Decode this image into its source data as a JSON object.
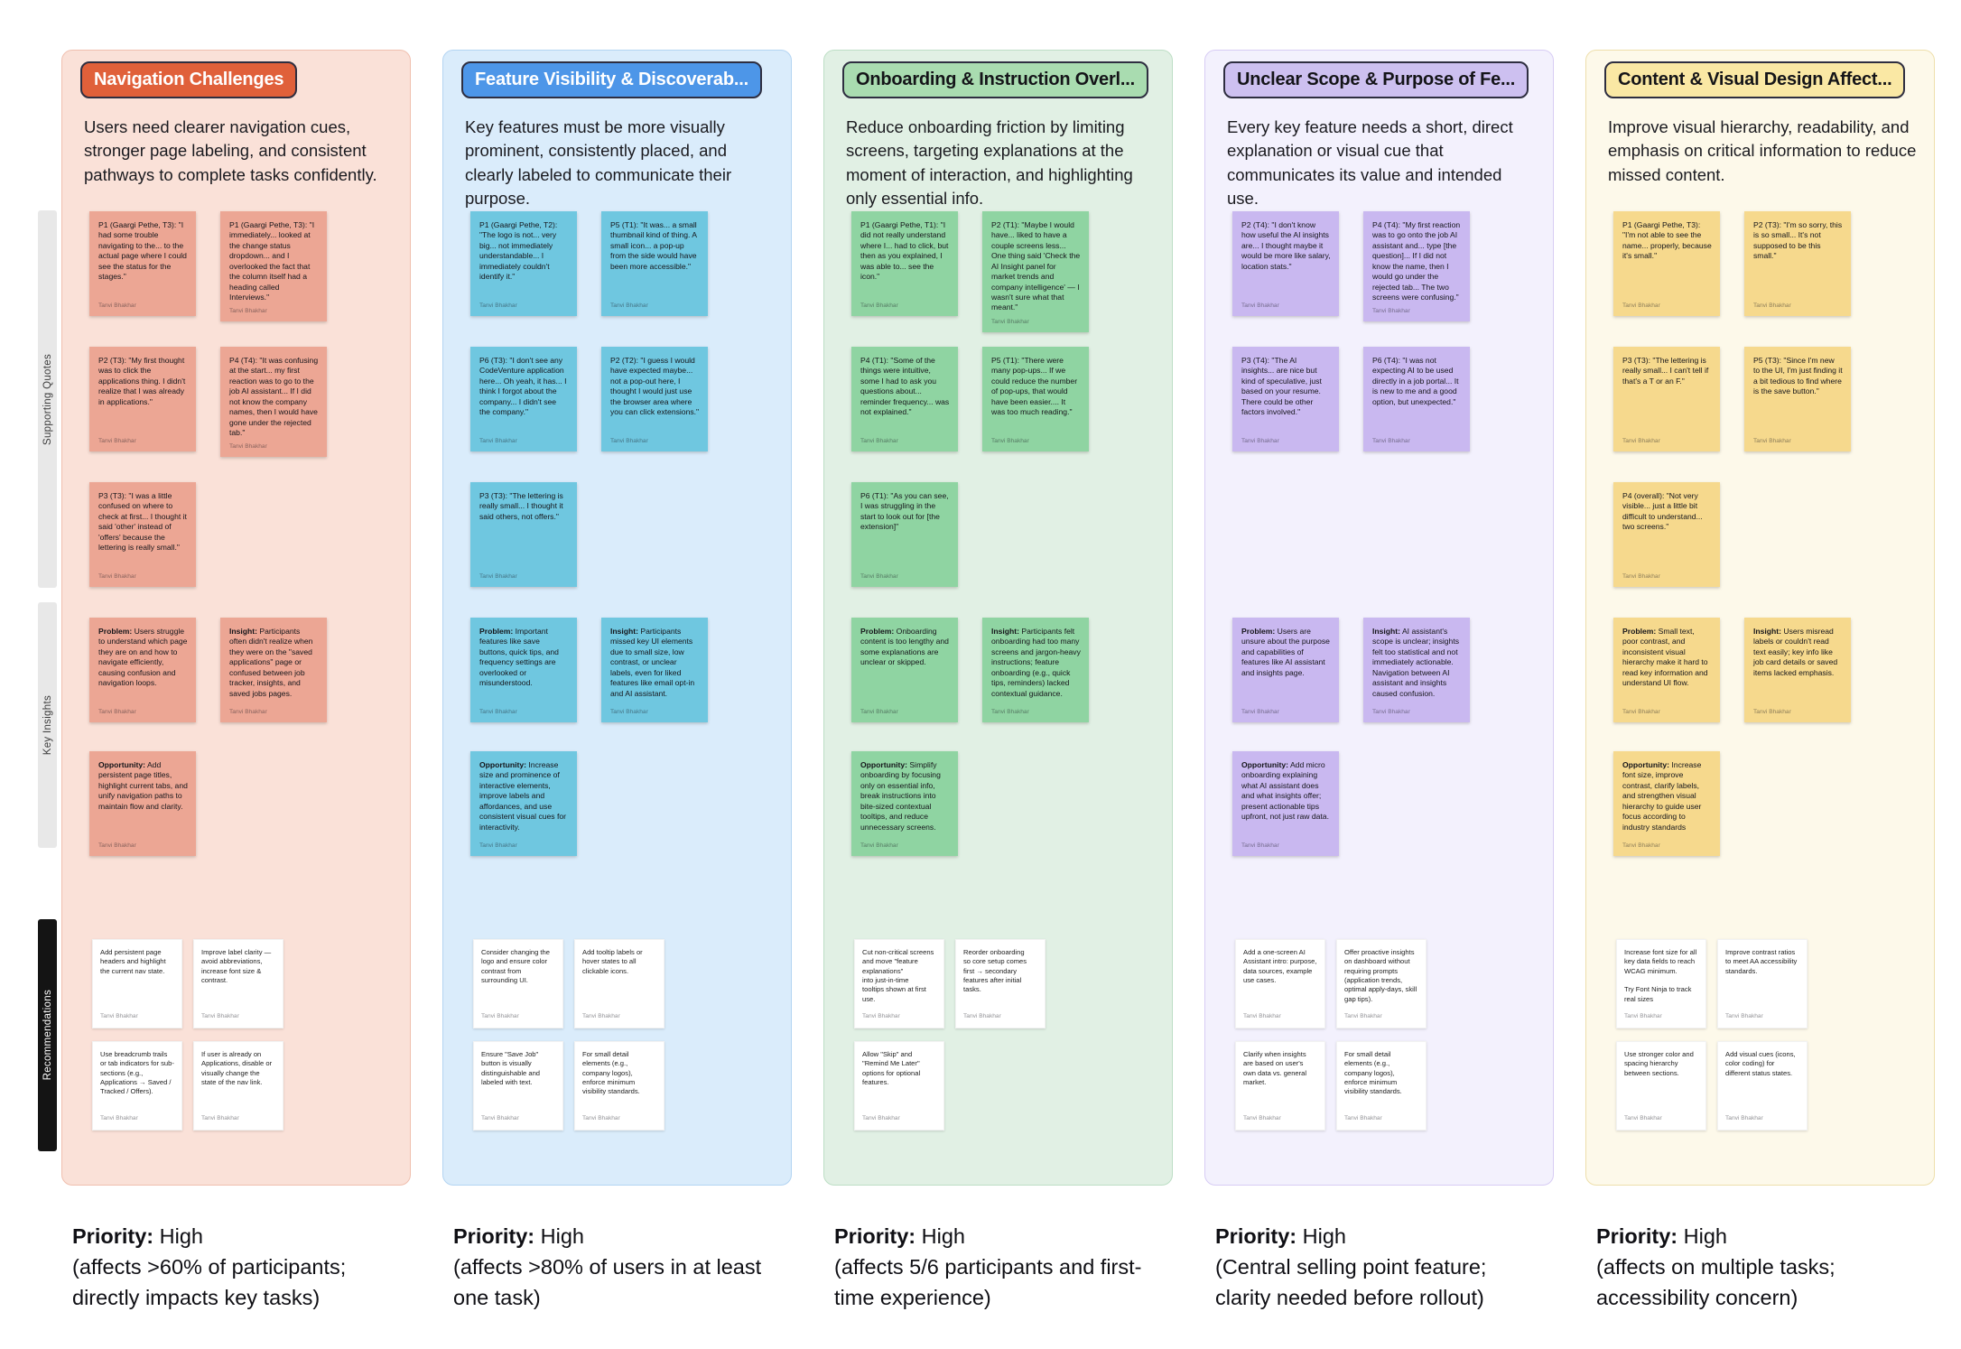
{
  "board": {
    "author": "Tanvi Bhakhar",
    "rail": {
      "supporting_quotes": "Supporting Quotes",
      "key_insights": "Key Insights",
      "recommendations": "Recommendations"
    },
    "labels": {
      "problem": "Problem:",
      "insight": "Insight:",
      "opportunity": "Opportunity:"
    },
    "colors": {
      "theme1_accent": "#e0603a",
      "theme1_sticky": "#eca694",
      "theme2_accent": "#4d96e8",
      "theme2_sticky": "#6fc7e0",
      "theme3_accent": "#a9dcb0",
      "theme3_sticky": "#8fd4a2",
      "theme4_accent": "#cdc0f0",
      "theme4_sticky": "#c9b8f0",
      "theme5_accent": "#fae8a4",
      "theme5_sticky": "#f6d98d"
    },
    "columns": [
      {
        "title": "Navigation Challenges",
        "description": "Users need clearer navigation cues, stronger page labeling, and consistent pathways to complete tasks confidently.",
        "quotes": [
          "P1 (Gaargi Pethe, T3): \"I had some trouble navigating to the... to the actual page where I could see the status for the stages.\"",
          "P1 (Gaargi Pethe, T3): \"I immediately... looked at the change status dropdown... and I overlooked the fact that the column itself had a heading called Interviews.\"",
          "P2 (T3): \"My first thought was to click the applications thing. I didn't realize that I was already in applications.\"",
          "P4 (T4): \"It was confusing at the start... my first reaction was to go to the job AI assistant... If I did not know the company names, then I would have gone under the rejected tab.\"",
          "P3 (T3): \"I was a little confused on where to check at first... I thought it said 'other' instead of 'offers' because the lettering is really small.\""
        ],
        "problem": "Users struggle to understand which page they are on and how to navigate efficiently, causing confusion and navigation loops.",
        "insight": "Participants often didn't realize when they were on the \"saved applications\" page or confused between job tracker, insights, and saved jobs pages.",
        "opportunity": "Add persistent page titles, highlight current tabs, and unify navigation paths to maintain flow and clarity.",
        "recommendations": [
          "Add persistent page headers and highlight the current nav state.",
          "Improve label clarity — avoid abbreviations, increase font size & contrast.",
          "Use breadcrumb trails or tab indicators for sub-sections (e.g., Applications → Saved / Tracked / Offers).",
          "If user is already on Applications, disable or visually change the state of the nav link."
        ],
        "priority": {
          "label": "Priority:",
          "value": "High",
          "note": "(affects >60% of participants; directly impacts key tasks)"
        }
      },
      {
        "title": "Feature Visibility & Discoverab...",
        "description": "Key features must be more visually prominent, consistently placed, and clearly labeled to communicate their purpose.",
        "quotes": [
          "P1 (Gaargi Pethe, T2): \"The logo is not... very big... not immediately understandable... I immediately couldn't identify it.\"",
          "P5 (T1): \"It was... a small thumbnail kind of thing. A small icon... a pop-up from the side would have been more accessible.\"",
          "P6 (T3): \"I don't see any CodeVenture application here... Oh yeah, it has... I think I forgot about the company... I didn't see the company.\"",
          "P2 (T2): \"I guess I would have expected maybe... not a pop-out here, I thought I would just use the browser area where you can click extensions.\"",
          "P3 (T3): \"The lettering is really small... I thought it said others, not offers.\""
        ],
        "problem": "Important features like save buttons, quick tips, and frequency settings are overlooked or misunderstood.",
        "insight": "Participants missed key UI elements due to small size, low contrast, or unclear labels, even for liked features like email opt-in and AI assistant.",
        "opportunity": "Increase size and prominence of interactive elements, improve labels and affordances, and use consistent visual cues for interactivity.",
        "recommendations": [
          "Consider changing the logo and ensure color contrast from surrounding UI.",
          "Add tooltip labels or hover states to all clickable icons.",
          "Ensure \"Save Job\" button is visually distinguishable and labeled with text.",
          "For small detail elements (e.g., company logos), enforce minimum visibility standards."
        ],
        "priority": {
          "label": "Priority:",
          "value": "High",
          "note": "(affects >80% of users in at least one task)"
        }
      },
      {
        "title": "Onboarding & Instruction Overl...",
        "description": "Reduce onboarding friction by limiting screens, targeting explanations at the moment of interaction, and highlighting only essential info.",
        "quotes": [
          "P1 (Gaargi Pethe, T1): \"I did not really understand where I... had to click, but then as you explained, I was able to... see the icon.\"",
          "P2 (T1): \"Maybe I would have... liked to have a couple screens less... One thing said 'Check the AI Insight panel for market trends and company intelligence' — I wasn't sure what that meant.\"",
          "P4 (T1): \"Some of the things were intuitive, some I had to ask you questions about... reminder frequency... was not explained.\"",
          "P5 (T1): \"There were many pop-ups... If we could reduce the number of pop-ups, that would have been easier.... It was too much reading.\"",
          "P6 (T1): \"As you can see, I was struggling in the start to look out for [the extension]\""
        ],
        "problem": "Onboarding content is too lengthy and some explanations are unclear or skipped.",
        "insight": "Participants felt onboarding had too many screens and jargon-heavy instructions; feature onboarding (e.g., quick tips, reminders) lacked contextual guidance.",
        "opportunity": "Simplify onboarding by focusing only on essential info, break instructions into bite-sized contextual tooltips, and reduce unnecessary screens.",
        "recommendations": [
          "Cut non-critical screens and move \"feature explanations\"\ninto just-in-time\ntooltips shown at first use.",
          "Reorder onboarding\nso core setup comes\nfirst → secondary features after initial tasks.",
          "Allow \"Skip\" and \"Remind Me Later\" options for optional features."
        ],
        "priority": {
          "label": "Priority:",
          "value": "High",
          "note": "(affects 5/6 participants and first-time experience)"
        }
      },
      {
        "title": "Unclear Scope & Purpose of Fe...",
        "description": "Every key feature needs a short, direct explanation or visual cue that communicates its value and intended use.",
        "quotes": [
          "P2 (T4): \"I don't know how useful the AI insights are... I thought maybe it would be more like salary, location stats.\"",
          "P4 (T4): \"My first reaction was to go onto the job AI assistant and... type [the question]... If I did not know the name, then I would go under the rejected tab... The two screens were confusing.\"",
          "P3 (T4): \"The AI insights... are nice but kind of speculative, just based on your resume. There could be other factors involved.\"",
          "P6 (T4): \"I was not expecting AI to be used directly in a job portal... It is new to me and a good option, but unexpected.\""
        ],
        "problem": "Users are unsure about the purpose and capabilities of features like AI assistant and insights page.",
        "insight": "AI assistant's scope is unclear; insights felt too statistical and not immediately actionable. Navigation between AI assistant and insights caused confusion.",
        "opportunity": "Add micro onboarding explaining what AI assistant does and what insights offer; present actionable tips upfront, not just raw data.",
        "recommendations": [
          "Add a one-screen AI Assistant intro: purpose, data sources, example use cases.",
          "Offer proactive insights on dashboard without requiring prompts (application trends, optimal apply-days, skill gap tips).",
          "Clarify when insights are based on user's own data vs. general market.",
          "For small detail elements (e.g., company logos), enforce minimum visibility standards."
        ],
        "priority": {
          "label": "Priority:",
          "value": "High",
          "note": "(Central selling point feature; clarity needed before rollout)"
        }
      },
      {
        "title": "Content & Visual Design Affect...",
        "description": "Improve visual hierarchy, readability, and emphasis on critical information to reduce missed content.",
        "quotes": [
          "P1 (Gaargi Pethe, T3): \"I'm not able to see the name... properly, because it's small.\"",
          "P2 (T3): \"I'm so sorry, this is so small... It's not supposed to be this small.\"",
          "P3 (T3): \"The lettering is really small... I can't tell if that's a T or an F.\"",
          "P5 (T3): \"Since I'm new to the UI, I'm just finding it a bit tedious to find where is the save button.\"",
          "P4 (overall): \"Not very visible... just a little bit difficult to understand... two screens.\""
        ],
        "problem": "Small text, poor contrast, and inconsistent visual hierarchy make it hard to read key information and understand UI flow.",
        "insight": "Users misread labels or couldn't read text easily; key info like job card details or saved items lacked emphasis.",
        "opportunity": "Increase font size, improve contrast, clarify labels, and strengthen visual hierarchy to guide user focus according to industry standards",
        "recommendations": [
          "Increase font size for all key data fields to reach WCAG minimum.\n\nTry Font Ninja to track real sizes",
          "Improve contrast ratios to meet AA accessibility standards.",
          "Use stronger color and spacing hierarchy between sections.",
          "Add visual cues (icons, color coding) for different status states."
        ],
        "priority": {
          "label": "Priority:",
          "value": "High",
          "note": "(affects on multiple tasks; accessibility concern)"
        }
      }
    ]
  }
}
